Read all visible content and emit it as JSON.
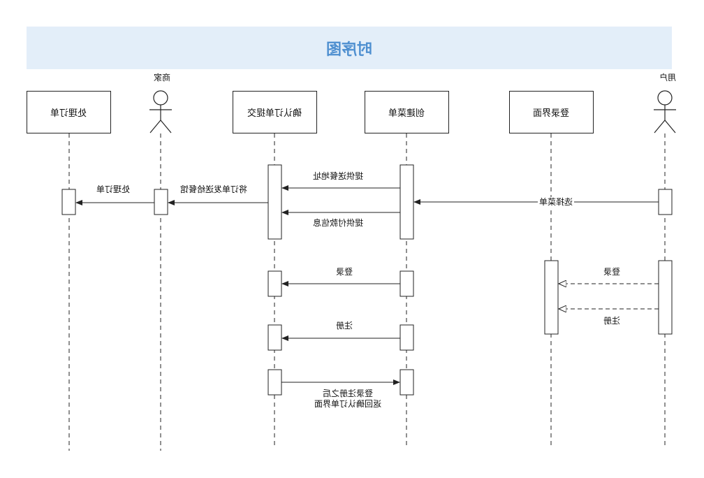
{
  "title": "时序图",
  "actors": {
    "merchant": "商家",
    "user": "用户"
  },
  "participants": {
    "process_order": "处理订单",
    "confirm_submit": "确认订单提交",
    "create_menu": "创建菜单",
    "login_page": "登录界面"
  },
  "messages": {
    "provide_address": "提供送餐地址",
    "provide_payment": "提供付款信息",
    "send_to_merchant": "将订单发送给餐馆",
    "process_order": "处理订单",
    "select_menu": "选择菜单",
    "login_to_login_page": "登录",
    "register_to_login_page": "注册",
    "login_to_confirm": "登录",
    "register_to_confirm": "注册",
    "after_login_line1": "登录注册之后",
    "after_login_line2": "返回确认订单界面"
  }
}
